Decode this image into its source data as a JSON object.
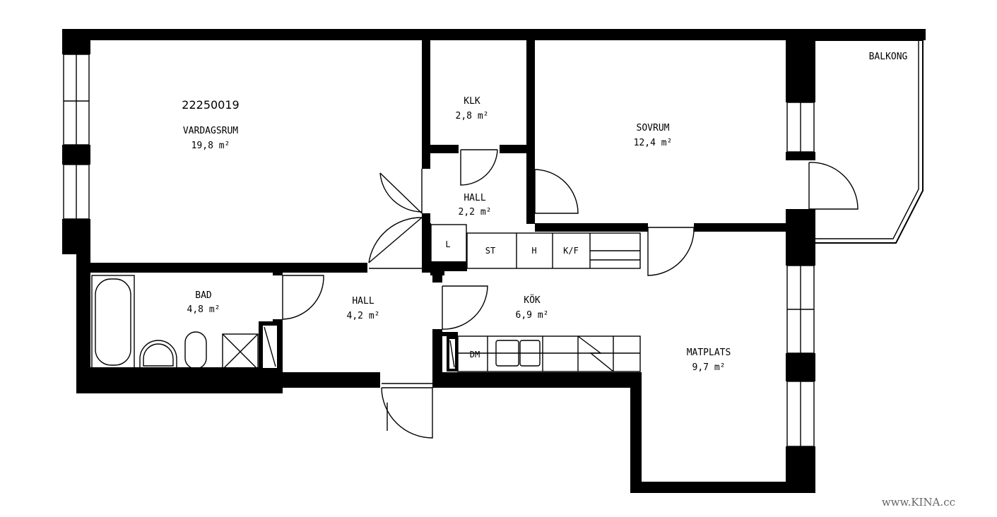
{
  "plan_id": "22250019",
  "rooms": {
    "vardagsrum": {
      "name": "VARDAGSRUM",
      "area": "19,8 m²"
    },
    "klk": {
      "name": "KLK",
      "area": "2,8 m²"
    },
    "sovrum": {
      "name": "SOVRUM",
      "area": "12,4 m²"
    },
    "balkong": {
      "name": "BALKONG"
    },
    "hall_upper": {
      "name": "HALL",
      "area": "2,2 m²"
    },
    "bad": {
      "name": "BAD",
      "area": "4,8 m²"
    },
    "hall_lower": {
      "name": "HALL",
      "area": "4,2 m²"
    },
    "kok": {
      "name": "KÖK",
      "area": "6,9 m²"
    },
    "matplats": {
      "name": "MATPLATS",
      "area": "9,7 m²"
    }
  },
  "fixtures": {
    "linen": "L",
    "storage": "ST",
    "h": "H",
    "kf": "K/F",
    "dishwasher": "DM"
  },
  "watermark": "www.KINA.cc"
}
